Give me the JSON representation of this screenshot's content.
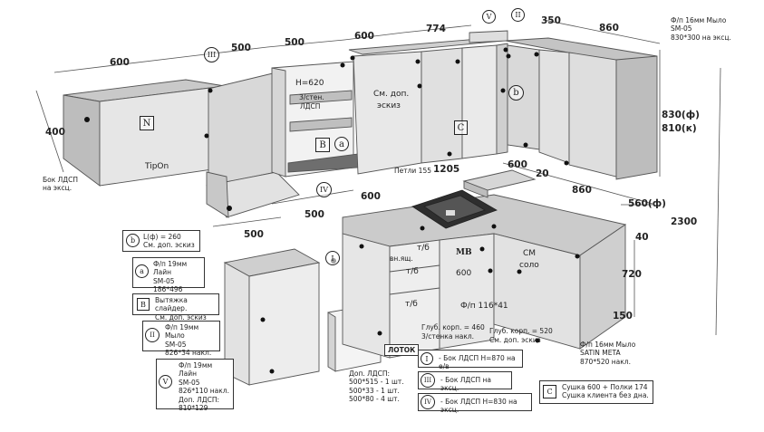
{
  "dimensions": {
    "top_600_left": "600",
    "top_500_a": "500",
    "top_500_b": "500",
    "top_600_mid": "600",
    "top_774": "774",
    "top_350": "350",
    "top_860": "860",
    "depth_400": "400",
    "height_830": "830(ф)",
    "height_810": "810(к)",
    "w_1205": "1205",
    "w_600_corner": "600",
    "w_20": "20",
    "w_860_lower": "860",
    "w_560": "560(ф)",
    "w_600_lower": "600",
    "w_500_lower": "500",
    "w_500_left": "500",
    "h_2300": "2300",
    "h_40": "40",
    "h_720": "720",
    "h_150": "150"
  },
  "labels": {
    "h620": "Н=620",
    "stena_1": "3/стен.",
    "stena_2": "ЛДСП",
    "sm_dop_1": "См. доп.",
    "sm_dop_2": "эскиз",
    "tipon": "TipOn",
    "petli": "Петли 155",
    "vn_yasch": "вн.ящ.",
    "tb_1": "т/б",
    "tb_2": "т/б",
    "tb_3": "т/б",
    "mv": "МВ",
    "mv_600": "600",
    "cm_1": "СМ",
    "cm_2": "соло",
    "fp_116": "Ф/п 116*41",
    "glub_460_1": "Глуб. корп. = 460",
    "glub_460_2": "3/стенка накл.",
    "glub_520_1": "Глуб. корп. = 520",
    "glub_520_2": "См. доп. эскиз",
    "lotok": "ЛОТОК"
  },
  "markers": {
    "N": "N",
    "B": "B",
    "a": "a",
    "b": "b",
    "C": "C",
    "I": "I",
    "II": "II",
    "III": "III",
    "IV": "IV",
    "V": "V"
  },
  "notes": {
    "bok_ldsp": [
      "Бок ЛДСП",
      "на эксц."
    ],
    "fp16_top": [
      "Ф/п 16мм Мыло",
      "SM-05",
      "830*300 на эксц."
    ],
    "note_b": [
      "L(ф) = 260",
      "См. доп. эскиз"
    ],
    "note_a": [
      "Ф/п 19мм Лайн",
      "SM-05",
      "186*496 накл."
    ],
    "note_B": [
      "Вытяжка слайдер.",
      "См. доп. эскиз"
    ],
    "note_II": [
      "Ф/п 19мм Мыло",
      "SM-05",
      "826*34 накл."
    ],
    "note_V": [
      "Ф/п 19мм Лайн",
      "SM-05",
      "826*110 накл.",
      "Доп. ЛДСП:",
      "810*129"
    ],
    "dop_ldsp": [
      "Доп. ЛДСП:",
      "500*515 - 1 шт.",
      "500*33 - 1 шт.",
      "500*80 - 4 шт."
    ],
    "legend_I": "- Бок ЛДСП Н=870 на е/в",
    "legend_III": "- Бок ЛДСП на эксц.",
    "legend_IV": "- Бок ЛДСП Н=830 на эксц.",
    "fp16_low": [
      "Ф/п 16мм Мыло",
      "SATIN META",
      "870*520 накл."
    ],
    "note_C": [
      "Сушка 600 + Полки 174",
      "Сушка клиента без дна."
    ]
  }
}
